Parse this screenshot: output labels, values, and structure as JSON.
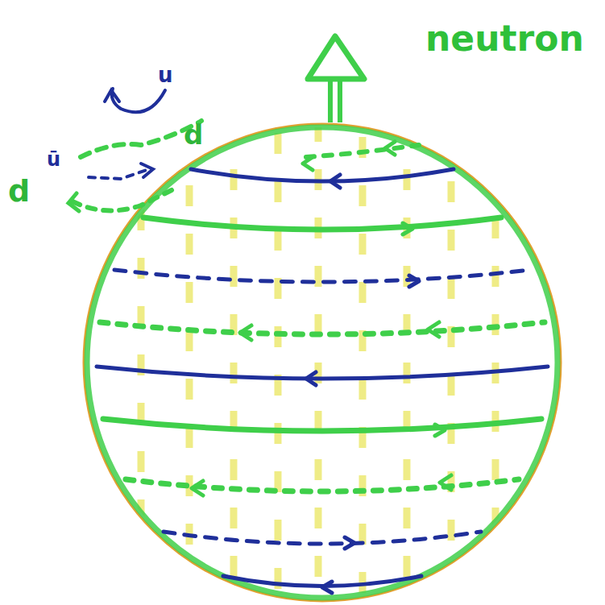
{
  "diagram": {
    "labels": [
      "neutron",
      "u",
      "d",
      "ū",
      "d"
    ]
  }
}
